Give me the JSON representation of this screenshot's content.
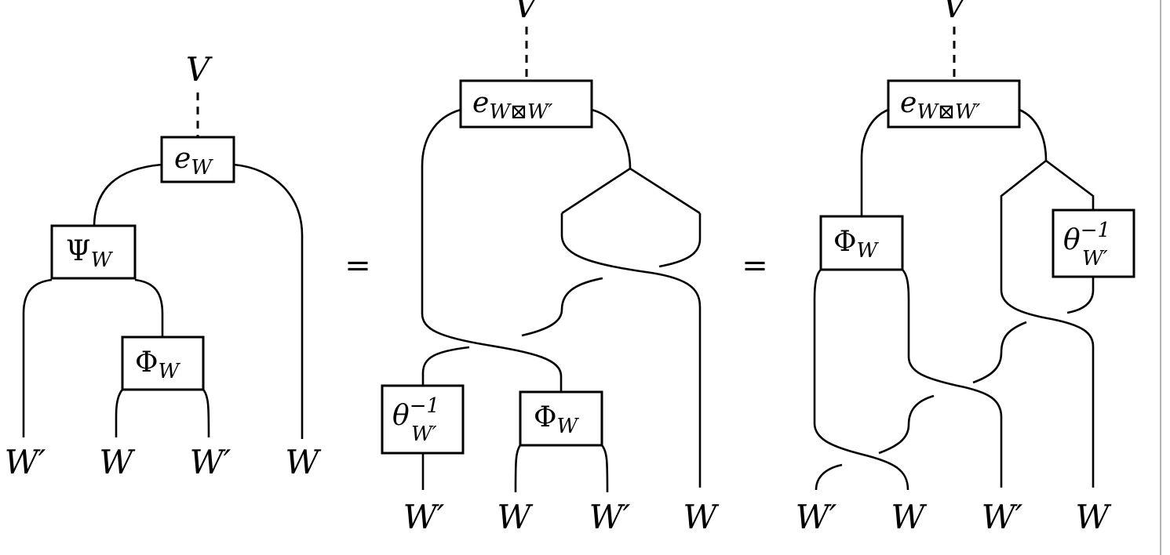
{
  "equals": "=",
  "diagram1": {
    "top_label": "V",
    "e_box": {
      "symbol": "e",
      "sub": "W"
    },
    "psi_box": {
      "symbol": "Ψ",
      "sub": "W"
    },
    "phi_box": {
      "symbol": "Φ",
      "sub": "W"
    },
    "bottom_labels": [
      "W′",
      "W",
      "W′",
      "W"
    ]
  },
  "diagram2": {
    "top_label": "V",
    "e_box": {
      "symbol": "e",
      "sub": "W⊠W′"
    },
    "theta_box": {
      "symbol": "θ",
      "sup": "−1",
      "sub": "W′"
    },
    "phi_box": {
      "symbol": "Φ",
      "sub": "W"
    },
    "bottom_labels": [
      "W′",
      "W",
      "W′",
      "W"
    ]
  },
  "diagram3": {
    "top_label": "V",
    "e_box": {
      "symbol": "e",
      "sub": "W⊠W′"
    },
    "phi_box": {
      "symbol": "Φ",
      "sub": "W"
    },
    "theta_box": {
      "symbol": "θ",
      "sup": "−1",
      "sub": "W′"
    },
    "bottom_labels": [
      "W′",
      "W",
      "W′",
      "W"
    ]
  }
}
